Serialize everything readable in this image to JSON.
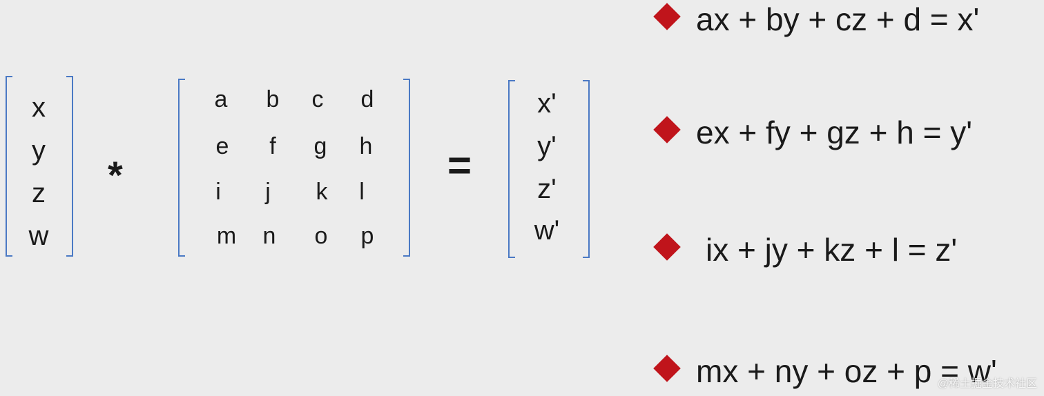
{
  "vector_in": [
    "x",
    "y",
    "z",
    "w"
  ],
  "multiply_op": "*",
  "matrix": [
    [
      "a",
      "b",
      "c",
      "d"
    ],
    [
      "e",
      "f",
      "g",
      "h"
    ],
    [
      "i",
      "j",
      "k",
      "l"
    ],
    [
      "m",
      "n",
      "o",
      "p"
    ]
  ],
  "equals_op": "=",
  "vector_out": [
    "x'",
    "y'",
    "z'",
    "w'"
  ],
  "equations": [
    "ax + by + cz + d = x'",
    "ex + fy + gz + h = y'",
    "ix + jy + kz + l = z'",
    "mx + ny + oz + p = w'"
  ],
  "watermark": "@稀土掘金技术社区",
  "colors": {
    "bracket": "#4a79c4",
    "bullet": "#c0141b",
    "background": "#ececec"
  }
}
